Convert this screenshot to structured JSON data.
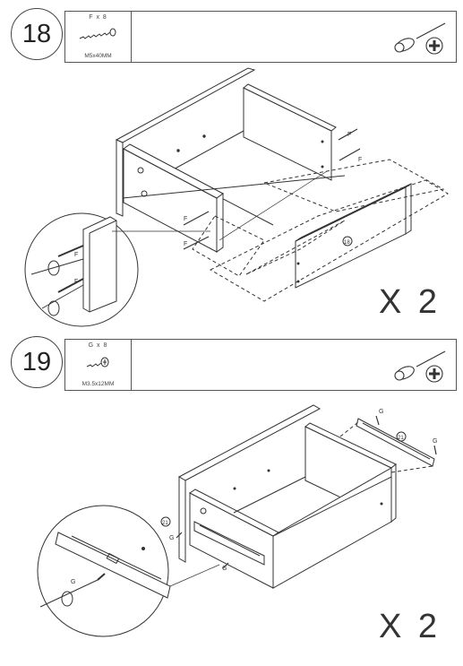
{
  "steps": [
    {
      "number": "18",
      "hardware_qty": "F x 8",
      "hardware_size": "M5x40MM",
      "part_letter": "F",
      "part_number": "18",
      "multiplier": "X 2"
    },
    {
      "number": "19",
      "hardware_qty": "G x 8",
      "hardware_size": "M3.5x12MM",
      "part_letter": "G",
      "part_number": "21",
      "multiplier": "X 2"
    }
  ],
  "tool": "phillips-screwdriver-icon"
}
